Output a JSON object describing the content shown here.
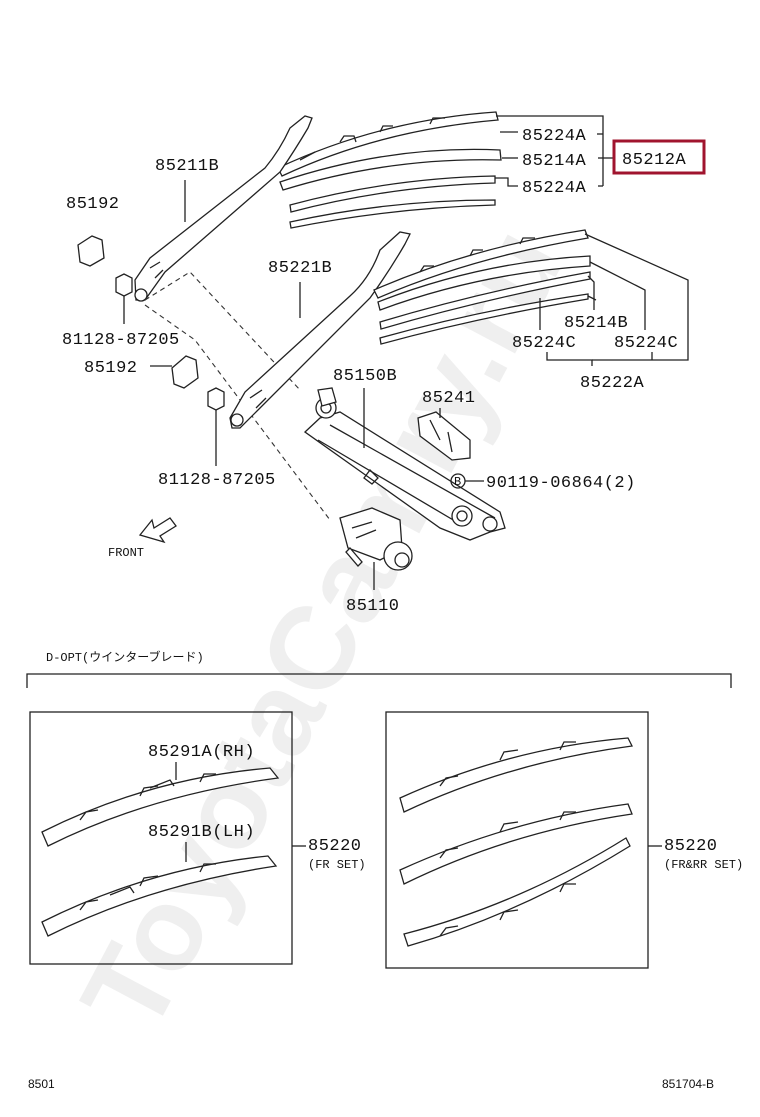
{
  "watermark": "ToyotaCamry.ru",
  "highlight_color": "#a0142e",
  "labels": {
    "p85224A_top": "85224A",
    "p85214A": "85214A",
    "p85212A": "85212A",
    "p85224A_bottom": "85224A",
    "p85211B": "85211B",
    "p85192_top": "85192",
    "p85221B": "85221B",
    "p81128_top": "81128-87205",
    "p85192_mid": "85192",
    "p85214B": "85214B",
    "p85224C_left": "85224C",
    "p85224C_right": "85224C",
    "p85222A": "85222A",
    "p85150B": "85150B",
    "p85241": "85241",
    "p90119": "90119-06864(2)",
    "p90119_mark": "B",
    "p81128_bottom": "81128-87205",
    "front": "FRONT",
    "p85110": "85110"
  },
  "option_section": {
    "header": "D-OPT(ウインターブレード)",
    "left_box": {
      "rh_label": "85291A(RH)",
      "lh_label": "85291B(LH)",
      "set_part": "85220",
      "set_note": "(FR SET)"
    },
    "right_box": {
      "set_part": "85220",
      "set_note": "(FR&RR SET)"
    }
  },
  "footer": {
    "left_code": "8501",
    "right_code": "851704-B"
  }
}
